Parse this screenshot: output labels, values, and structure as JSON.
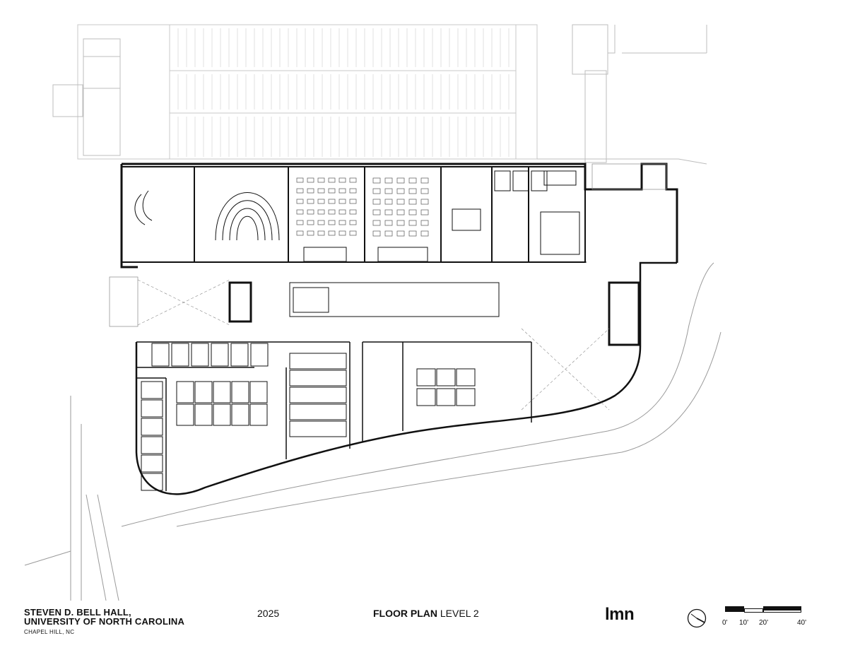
{
  "project": {
    "name_line1": "STEVEN D. BELL HALL,",
    "name_line2": "UNIVERSITY OF NORTH CAROLINA",
    "location": "CHAPEL HILL, NC"
  },
  "year": "2025",
  "drawing": {
    "title_bold": "FLOOR PLAN",
    "title_light": " LEVEL 2"
  },
  "firm_logo": "lmn",
  "north_arrow_icon": "north-arrow-icon",
  "scale": {
    "labels": [
      "0'",
      "10'",
      "20'",
      "40'"
    ]
  },
  "colors": {
    "ink": "#111111",
    "context_line": "#bdbdbd",
    "background": "#ffffff"
  }
}
